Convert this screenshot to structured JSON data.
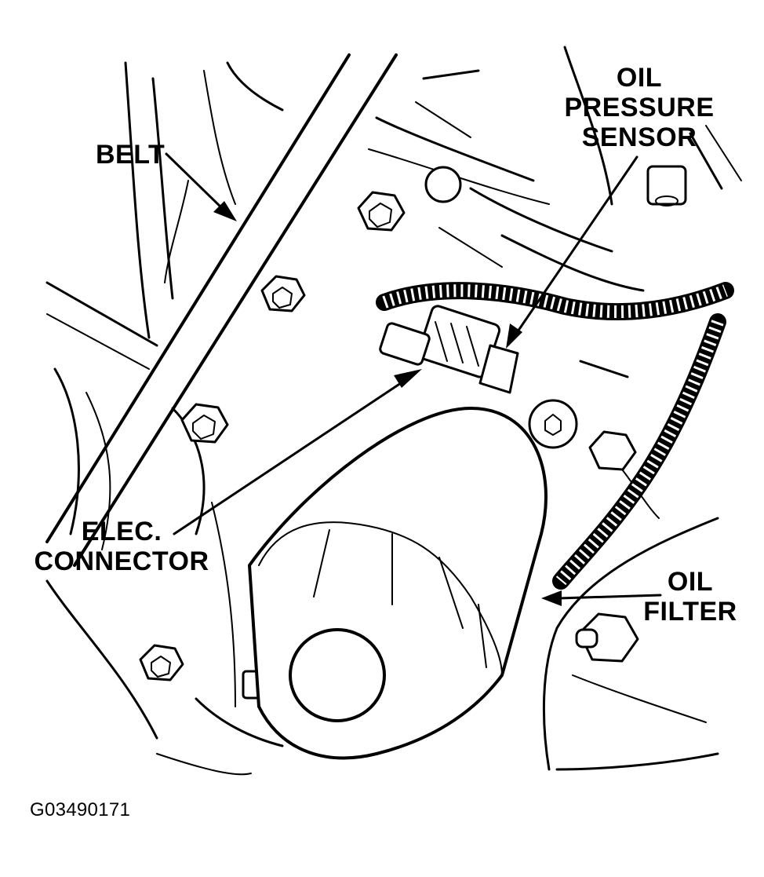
{
  "labels": {
    "belt": "BELT",
    "oil_pressure_sensor_line1": "OIL",
    "oil_pressure_sensor_line2": "PRESSURE",
    "oil_pressure_sensor_line3": "SENSOR",
    "elec_connector_line1": "ELEC.",
    "elec_connector_line2": "CONNECTOR",
    "oil_filter_line1": "OIL",
    "oil_filter_line2": "FILTER"
  },
  "figure_code": "G03490171",
  "colors": {
    "ink": "#000000",
    "paper": "#ffffff"
  }
}
